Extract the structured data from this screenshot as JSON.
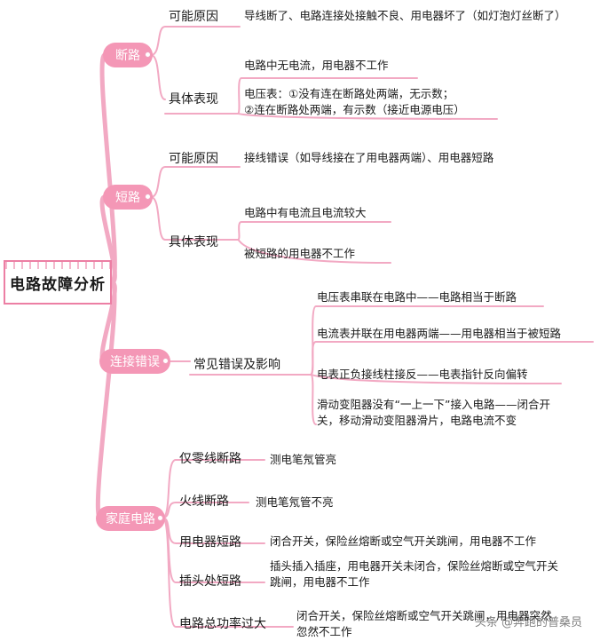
{
  "title": "电路故障分析",
  "branches": {
    "open": {
      "label": "断路",
      "cause_label": "可能原因",
      "cause_text": "导线断了、电路连接处接触不良、用电器坏了（如灯泡灯丝断了）",
      "symptom_label": "具体表现",
      "symptom_1": "电路中无电流，用电器不工作",
      "symptom_2_line1": "电压表：①没有连在断路处两端，无示数；",
      "symptom_2_line2": "②连在断路处两端，有示数（接近电源电压）"
    },
    "short": {
      "label": "短路",
      "cause_label": "可能原因",
      "cause_text": "接线错误（如导线接在了用电器两端）、用电器短路",
      "symptom_label": "具体表现",
      "symptom_1": "电路中有电流且电流较大",
      "symptom_2": "被短路的用电器不工作"
    },
    "wiring": {
      "label": "连接错误",
      "sub_label": "常见错误及影响",
      "items": [
        "电压表串联在电路中——电路相当于断路",
        "电流表并联在用电器两端——用电器相当于被短路",
        "电表正负接线柱接反——电表指针反向偏转"
      ],
      "item4_line1": "滑动变阻器没有“一上一下”接入电路——闭合开",
      "item4_line2": "关，移动滑动变阻器滑片，电路电流不变"
    },
    "home": {
      "label": "家庭电路",
      "neutral_label": "仅零线断路",
      "neutral_text": "测电笔氖管亮",
      "live_label": "火线断路",
      "live_text": "测电笔氖管不亮",
      "appliance_label": "用电器短路",
      "appliance_text": "闭合开关，保险丝熔断或空气开关跳闸，用电器不工作",
      "plug_label": "插头处短路",
      "plug_text_line1": "插头插入插座，用电器开关未闭合，保险丝熔断或空气开关",
      "plug_text_line2": "跳闸，用电器不工作",
      "overload_label": "电路总功率过大",
      "overload_text_line1": "闭合开关，保险丝熔断或空气开关跳闸，用电器突然",
      "overload_text_line2": "忽然不工作"
    }
  },
  "watermark": "头条 @奔跑的普桑员",
  "colors": {
    "accent": "#f497b6",
    "line": "#f0a6c0",
    "root_border": "#ec7fa4"
  }
}
